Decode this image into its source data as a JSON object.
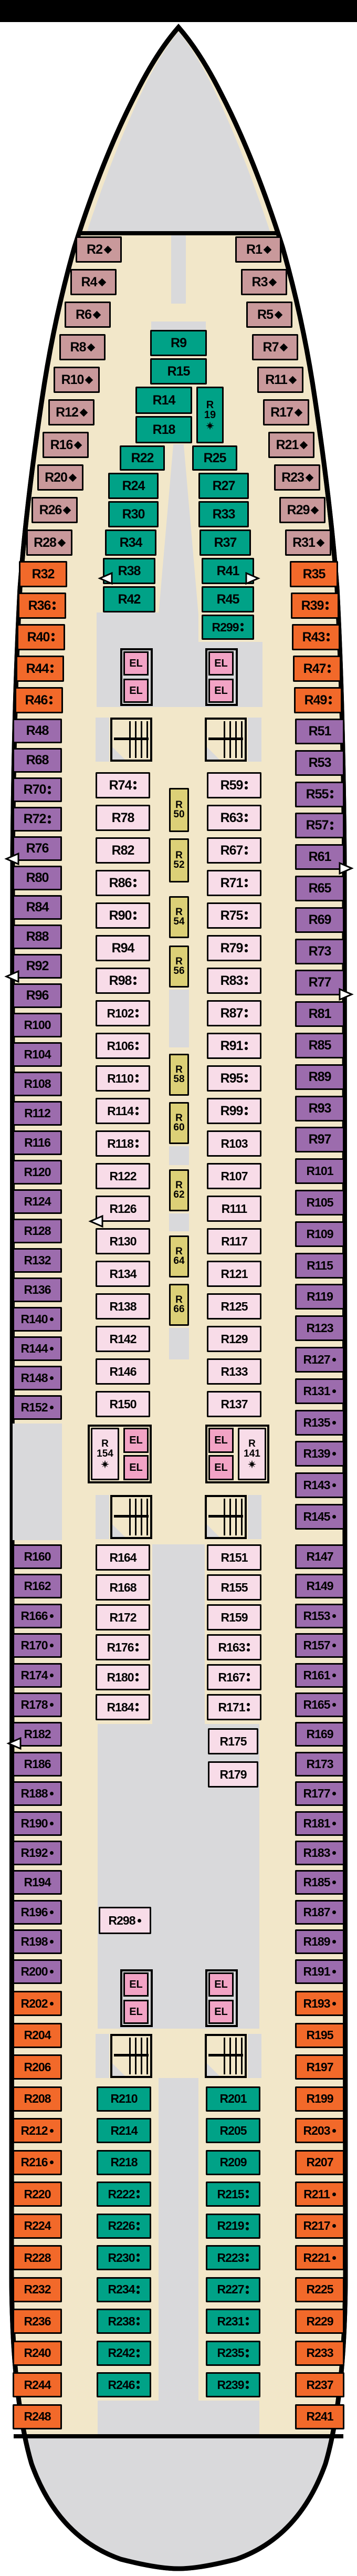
{
  "page": {
    "background": "#ffffff",
    "top_bar_color": "#000000"
  },
  "colors": {
    "mauve": "#c9999b",
    "orange": "#f2692a",
    "purple": "#9c6cad",
    "pink": "#f8dce8",
    "teal": "#00a287",
    "yellow": "#dcd077",
    "elevator_pink": "#f2a3c5",
    "corridor": "#f2e7c9",
    "gray": "#d9d9db",
    "outline": "#000000"
  },
  "elevator_label": "EL",
  "symbols": {
    "dia": "diamond-icon",
    "d2": "two-dot-icon",
    "d1": "one-dot-icon",
    "star": "star-icon"
  },
  "deck": {
    "port_outer": {
      "forward": [
        {
          "n": "R2",
          "s": "dia"
        },
        {
          "n": "R4",
          "s": "dia"
        },
        {
          "n": "R6",
          "s": "dia"
        },
        {
          "n": "R8",
          "s": "dia"
        },
        {
          "n": "R10",
          "s": "dia"
        },
        {
          "n": "R12",
          "s": "dia"
        },
        {
          "n": "R16",
          "s": "dia"
        },
        {
          "n": "R20",
          "s": "dia"
        },
        {
          "n": "R26",
          "s": "dia"
        },
        {
          "n": "R28",
          "s": "dia"
        }
      ],
      "orange_forward": [
        {
          "n": "R32"
        },
        {
          "n": "R36",
          "s": "d2"
        },
        {
          "n": "R40",
          "s": "d2"
        },
        {
          "n": "R44",
          "s": "d2"
        },
        {
          "n": "R46",
          "s": "d2"
        }
      ],
      "purple_mid": [
        {
          "n": "R48"
        },
        {
          "n": "R68"
        },
        {
          "n": "R70",
          "s": "d2"
        },
        {
          "n": "R72",
          "s": "d2"
        },
        {
          "n": "R76"
        },
        {
          "n": "R80"
        },
        {
          "n": "R84"
        },
        {
          "n": "R88"
        },
        {
          "n": "R92"
        },
        {
          "n": "R96"
        },
        {
          "n": "R100"
        },
        {
          "n": "R104"
        },
        {
          "n": "R108"
        },
        {
          "n": "R112"
        },
        {
          "n": "R116"
        },
        {
          "n": "R120"
        },
        {
          "n": "R124"
        },
        {
          "n": "R128"
        },
        {
          "n": "R132"
        },
        {
          "n": "R136"
        },
        {
          "n": "R140",
          "s": "d1"
        },
        {
          "n": "R144",
          "s": "d1"
        },
        {
          "n": "R148",
          "s": "d1"
        },
        {
          "n": "R152",
          "s": "d1"
        }
      ],
      "purple_aft": [
        {
          "n": "R160"
        },
        {
          "n": "R162"
        },
        {
          "n": "R166",
          "s": "d1"
        },
        {
          "n": "R170",
          "s": "d1"
        },
        {
          "n": "R174",
          "s": "d1"
        },
        {
          "n": "R178",
          "s": "d1"
        },
        {
          "n": "R182"
        },
        {
          "n": "R186"
        },
        {
          "n": "R188",
          "s": "d1"
        },
        {
          "n": "R190",
          "s": "d1"
        },
        {
          "n": "R192",
          "s": "d1"
        },
        {
          "n": "R194"
        },
        {
          "n": "R196",
          "s": "d1"
        },
        {
          "n": "R198",
          "s": "d1"
        },
        {
          "n": "R200",
          "s": "d1"
        }
      ],
      "orange_aft": [
        {
          "n": "R202",
          "s": "d1"
        },
        {
          "n": "R204"
        },
        {
          "n": "R206"
        },
        {
          "n": "R208"
        },
        {
          "n": "R212",
          "s": "d1"
        },
        {
          "n": "R216",
          "s": "d1"
        },
        {
          "n": "R220"
        },
        {
          "n": "R224"
        },
        {
          "n": "R228"
        },
        {
          "n": "R232"
        },
        {
          "n": "R236"
        },
        {
          "n": "R240"
        },
        {
          "n": "R244"
        },
        {
          "n": "R248"
        }
      ]
    },
    "starboard_outer": {
      "forward": [
        {
          "n": "R1",
          "s": "dia"
        },
        {
          "n": "R3",
          "s": "dia"
        },
        {
          "n": "R5",
          "s": "dia"
        },
        {
          "n": "R7",
          "s": "dia"
        },
        {
          "n": "R11",
          "s": "dia"
        },
        {
          "n": "R17",
          "s": "dia"
        },
        {
          "n": "R21",
          "s": "dia"
        },
        {
          "n": "R23",
          "s": "dia"
        },
        {
          "n": "R29",
          "s": "dia"
        },
        {
          "n": "R31",
          "s": "dia"
        }
      ],
      "orange_forward": [
        {
          "n": "R35"
        },
        {
          "n": "R39",
          "s": "d2"
        },
        {
          "n": "R43",
          "s": "d2"
        },
        {
          "n": "R47",
          "s": "d2"
        },
        {
          "n": "R49",
          "s": "d2"
        }
      ],
      "purple_mid": [
        {
          "n": "R51"
        },
        {
          "n": "R53"
        },
        {
          "n": "R55",
          "s": "d2"
        },
        {
          "n": "R57",
          "s": "d2"
        },
        {
          "n": "R61"
        },
        {
          "n": "R65"
        },
        {
          "n": "R69"
        },
        {
          "n": "R73"
        },
        {
          "n": "R77"
        },
        {
          "n": "R81"
        },
        {
          "n": "R85"
        },
        {
          "n": "R89"
        },
        {
          "n": "R93"
        },
        {
          "n": "R97"
        },
        {
          "n": "R101"
        },
        {
          "n": "R105"
        },
        {
          "n": "R109"
        },
        {
          "n": "R115"
        },
        {
          "n": "R119"
        },
        {
          "n": "R123"
        },
        {
          "n": "R127",
          "s": "d1"
        },
        {
          "n": "R131",
          "s": "d1"
        },
        {
          "n": "R135",
          "s": "d1"
        },
        {
          "n": "R139",
          "s": "d1"
        },
        {
          "n": "R143",
          "s": "d1"
        },
        {
          "n": "R145",
          "s": "d1"
        }
      ],
      "purple_aft": [
        {
          "n": "R147"
        },
        {
          "n": "R149"
        },
        {
          "n": "R153",
          "s": "d1"
        },
        {
          "n": "R157",
          "s": "d1"
        },
        {
          "n": "R161",
          "s": "d1"
        },
        {
          "n": "R165",
          "s": "d1"
        },
        {
          "n": "R169"
        },
        {
          "n": "R173"
        },
        {
          "n": "R177",
          "s": "d1"
        },
        {
          "n": "R181",
          "s": "d1"
        },
        {
          "n": "R183",
          "s": "d1"
        },
        {
          "n": "R185",
          "s": "d1"
        },
        {
          "n": "R187",
          "s": "d1"
        },
        {
          "n": "R189",
          "s": "d1"
        },
        {
          "n": "R191",
          "s": "d1"
        }
      ],
      "orange_aft": [
        {
          "n": "R193",
          "s": "d1"
        },
        {
          "n": "R195"
        },
        {
          "n": "R197"
        },
        {
          "n": "R199"
        },
        {
          "n": "R203",
          "s": "d1"
        },
        {
          "n": "R207"
        },
        {
          "n": "R211",
          "s": "d1"
        },
        {
          "n": "R217",
          "s": "d1"
        },
        {
          "n": "R221",
          "s": "d1"
        },
        {
          "n": "R225"
        },
        {
          "n": "R229"
        },
        {
          "n": "R233"
        },
        {
          "n": "R237"
        },
        {
          "n": "R241"
        }
      ]
    },
    "center_left": {
      "main": [
        {
          "n": "R74",
          "s": "d2"
        },
        {
          "n": "R78"
        },
        {
          "n": "R82"
        },
        {
          "n": "R86",
          "s": "d2"
        },
        {
          "n": "R90",
          "s": "d2"
        },
        {
          "n": "R94"
        },
        {
          "n": "R98",
          "s": "d2"
        },
        {
          "n": "R102",
          "s": "d2"
        },
        {
          "n": "R106",
          "s": "d2"
        },
        {
          "n": "R110",
          "s": "d2"
        },
        {
          "n": "R114",
          "s": "d2"
        },
        {
          "n": "R118",
          "s": "d2"
        },
        {
          "n": "R122"
        },
        {
          "n": "R126"
        },
        {
          "n": "R130"
        },
        {
          "n": "R134"
        },
        {
          "n": "R138"
        },
        {
          "n": "R142"
        },
        {
          "n": "R146"
        },
        {
          "n": "R150"
        }
      ],
      "aft": [
        {
          "n": "R164"
        },
        {
          "n": "R168"
        },
        {
          "n": "R172"
        },
        {
          "n": "R176",
          "s": "d2"
        },
        {
          "n": "R180",
          "s": "d2"
        },
        {
          "n": "R184",
          "s": "d2"
        }
      ],
      "special": {
        "n": "R154",
        "s": "star"
      },
      "engine_side": {
        "n": "R298",
        "s": "d1"
      },
      "teal_aft": [
        {
          "n": "R210"
        },
        {
          "n": "R214"
        },
        {
          "n": "R218"
        },
        {
          "n": "R222",
          "s": "d2"
        },
        {
          "n": "R226",
          "s": "d2"
        },
        {
          "n": "R230",
          "s": "d2"
        },
        {
          "n": "R234",
          "s": "d2"
        },
        {
          "n": "R238",
          "s": "d2"
        },
        {
          "n": "R242",
          "s": "d2"
        },
        {
          "n": "R246",
          "s": "d2"
        }
      ]
    },
    "center_right": {
      "main": [
        {
          "n": "R59",
          "s": "d2"
        },
        {
          "n": "R63",
          "s": "d2"
        },
        {
          "n": "R67",
          "s": "d2"
        },
        {
          "n": "R71",
          "s": "d2"
        },
        {
          "n": "R75",
          "s": "d2"
        },
        {
          "n": "R79",
          "s": "d2"
        },
        {
          "n": "R83",
          "s": "d2"
        },
        {
          "n": "R87",
          "s": "d2"
        },
        {
          "n": "R91",
          "s": "d2"
        },
        {
          "n": "R95",
          "s": "d2"
        },
        {
          "n": "R99",
          "s": "d2"
        },
        {
          "n": "R103"
        },
        {
          "n": "R107"
        },
        {
          "n": "R111"
        },
        {
          "n": "R117"
        },
        {
          "n": "R121"
        },
        {
          "n": "R125"
        },
        {
          "n": "R129"
        },
        {
          "n": "R133"
        },
        {
          "n": "R137"
        }
      ],
      "aft": [
        {
          "n": "R151"
        },
        {
          "n": "R155"
        },
        {
          "n": "R159"
        },
        {
          "n": "R163",
          "s": "d2"
        },
        {
          "n": "R167",
          "s": "d2"
        },
        {
          "n": "R171",
          "s": "d2"
        },
        {
          "n": "R175"
        },
        {
          "n": "R179"
        }
      ],
      "special": {
        "n": "R141",
        "s": "star"
      },
      "teal_aft": [
        {
          "n": "R201"
        },
        {
          "n": "R205"
        },
        {
          "n": "R209"
        },
        {
          "n": "R215",
          "s": "d2"
        },
        {
          "n": "R219",
          "s": "d2"
        },
        {
          "n": "R223",
          "s": "d2"
        },
        {
          "n": "R227",
          "s": "d2"
        },
        {
          "n": "R231",
          "s": "d2"
        },
        {
          "n": "R235",
          "s": "d2"
        },
        {
          "n": "R239",
          "s": "d2"
        }
      ]
    },
    "forward_center": [
      {
        "n": "R9"
      },
      {
        "n": "R15"
      },
      {
        "n": "R14"
      },
      {
        "n": "R19",
        "s": "star"
      },
      {
        "n": "R18"
      },
      {
        "n": "R22"
      },
      {
        "n": "R25"
      },
      {
        "n": "R24"
      },
      {
        "n": "R27"
      },
      {
        "n": "R30"
      },
      {
        "n": "R33"
      },
      {
        "n": "R34"
      },
      {
        "n": "R37"
      },
      {
        "n": "R38"
      },
      {
        "n": "R41"
      },
      {
        "n": "R42"
      },
      {
        "n": "R45"
      },
      {
        "n": "R299",
        "s": "d2"
      }
    ],
    "spine": [
      {
        "n": "R50"
      },
      {
        "n": "R52"
      },
      {
        "n": "R54"
      },
      {
        "n": "R56"
      },
      {
        "n": "R58"
      },
      {
        "n": "R60"
      },
      {
        "n": "R62"
      },
      {
        "n": "R64"
      },
      {
        "n": "R66"
      }
    ]
  }
}
